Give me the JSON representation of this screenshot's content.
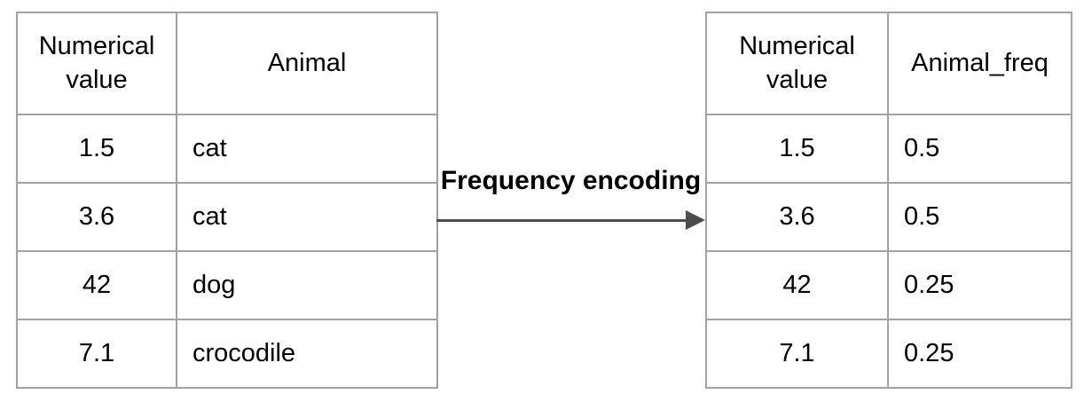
{
  "diagram": {
    "arrow_label": "Frequency encoding",
    "colors": {
      "background": "#ffffff",
      "table_border": "#a2a2a2",
      "arrow": "#4d4d4d",
      "text": "#000000"
    }
  },
  "left_table": {
    "columns": [
      "Numerical value",
      "Animal"
    ],
    "rows": [
      [
        "1.5",
        "cat"
      ],
      [
        "3.6",
        "cat"
      ],
      [
        "42",
        "dog"
      ],
      [
        "7.1",
        "crocodile"
      ]
    ]
  },
  "right_table": {
    "columns": [
      "Numerical value",
      "Animal_freq"
    ],
    "rows": [
      [
        "1.5",
        "0.5"
      ],
      [
        "3.6",
        "0.5"
      ],
      [
        "42",
        "0.25"
      ],
      [
        "7.1",
        "0.25"
      ]
    ]
  }
}
